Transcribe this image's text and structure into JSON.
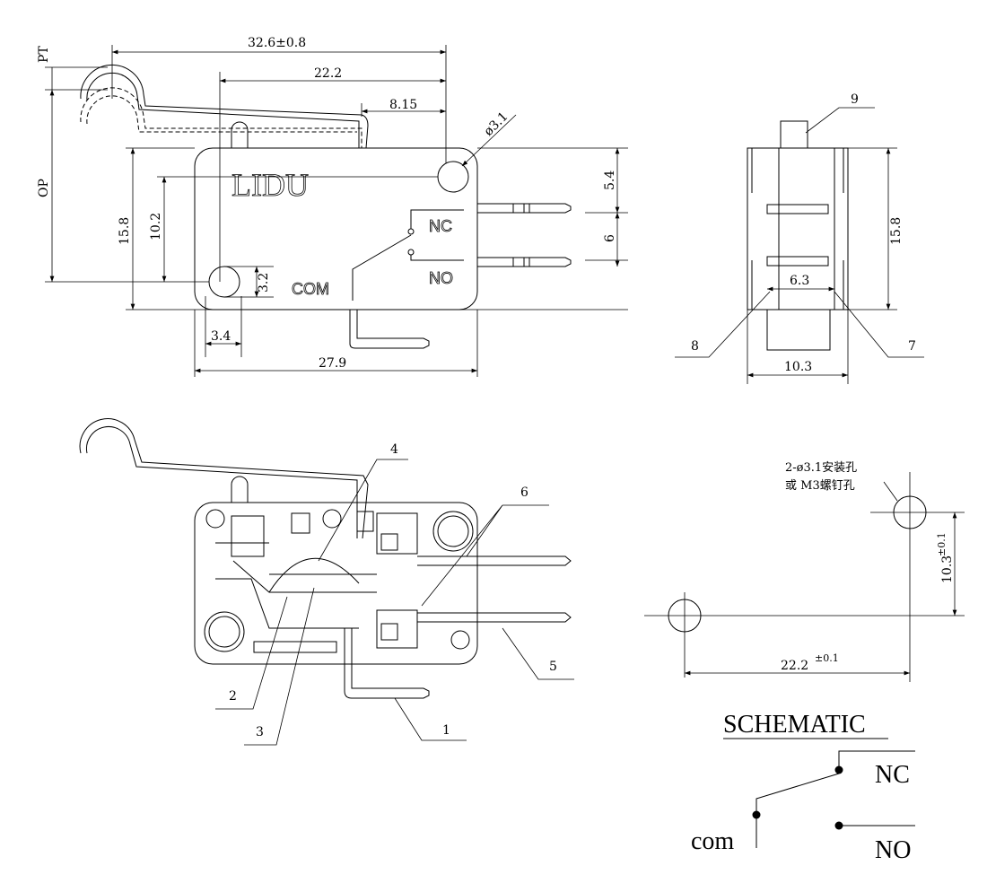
{
  "top_view": {
    "brand": "LIDU",
    "terminal_labels": {
      "nc": "NC",
      "no": "NO",
      "com": "COM"
    },
    "dimensions": {
      "overall_length": "32.6±0.8",
      "hole_to_lever": "22.2",
      "lever_end": "8.15",
      "hole_dia": "ø3.1",
      "pt": "PT",
      "op": "OP",
      "height": "15.8",
      "hole_vertical": "10.2",
      "hole_size": "3.2",
      "hole_offset": "3.4",
      "body_length": "27.9",
      "upper_terminal": "5.4",
      "terminal_pitch": "6"
    }
  },
  "side_view": {
    "dimensions": {
      "height": "15.8",
      "inner": "6.3",
      "width": "10.3"
    },
    "callouts": [
      "9",
      "8",
      "7"
    ]
  },
  "internal_view": {
    "callouts": [
      "4",
      "6",
      "5",
      "2",
      "3",
      "1"
    ]
  },
  "mounting": {
    "note_line1": "2-ø3.1安装孔",
    "note_line2": "或 M3螺钉孔",
    "vertical_dim": "10.3",
    "vertical_tol": "±0.1",
    "horizontal_dim": "22.2",
    "horizontal_tol": "±0.1"
  },
  "schematic": {
    "title": "SCHEMATIC",
    "nc": "NC",
    "no": "NO",
    "com": "com"
  }
}
